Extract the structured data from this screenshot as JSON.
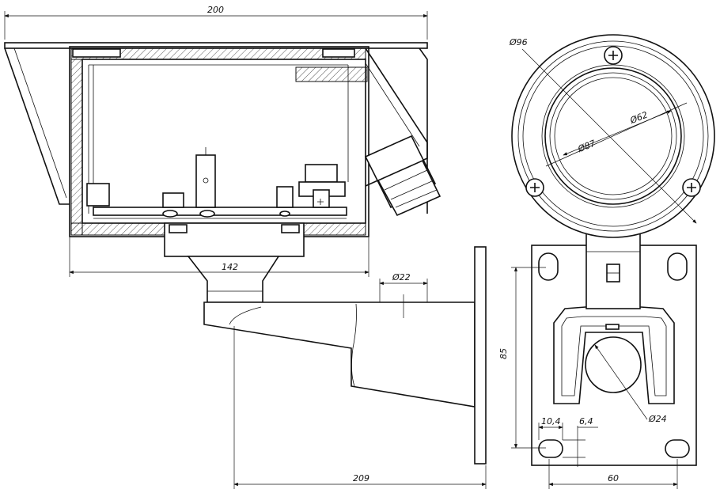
{
  "dimensions": {
    "overall_length": "200",
    "housing_width": "142",
    "bracket_length": "209",
    "tube_diameter": "Ø22",
    "outer_diameter": "Ø96",
    "window_diameter": "Ø62",
    "flange_diameter": "Ø87",
    "hole_spacing_vertical": "85",
    "hole_diameter": "Ø24",
    "slot_length": "10,4",
    "slot_width": "6,4",
    "hole_spacing_horizontal": "60"
  }
}
